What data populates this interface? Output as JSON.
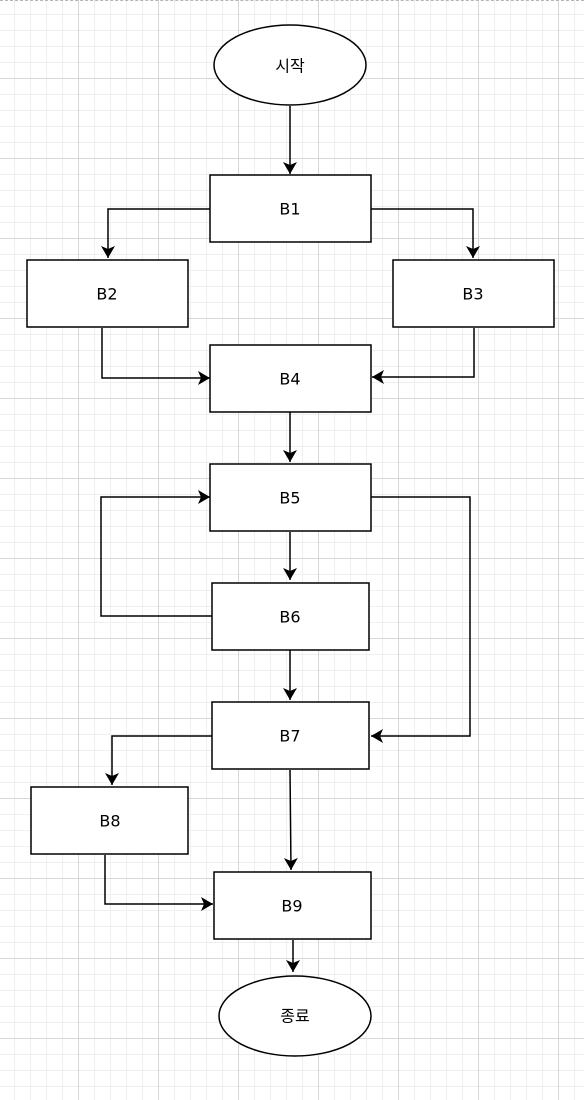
{
  "diagram": {
    "nodes": [
      {
        "id": "start",
        "label": "시작",
        "shape": "ellipse"
      },
      {
        "id": "b1",
        "label": "B1",
        "shape": "rect"
      },
      {
        "id": "b2",
        "label": "B2",
        "shape": "rect"
      },
      {
        "id": "b3",
        "label": "B3",
        "shape": "rect"
      },
      {
        "id": "b4",
        "label": "B4",
        "shape": "rect"
      },
      {
        "id": "b5",
        "label": "B5",
        "shape": "rect"
      },
      {
        "id": "b6",
        "label": "B6",
        "shape": "rect"
      },
      {
        "id": "b7",
        "label": "B7",
        "shape": "rect"
      },
      {
        "id": "b8",
        "label": "B8",
        "shape": "rect"
      },
      {
        "id": "b9",
        "label": "B9",
        "shape": "rect"
      },
      {
        "id": "end",
        "label": "종료",
        "shape": "ellipse"
      }
    ],
    "edges": [
      {
        "from": "start",
        "to": "b1"
      },
      {
        "from": "b1",
        "to": "b2"
      },
      {
        "from": "b1",
        "to": "b3"
      },
      {
        "from": "b2",
        "to": "b4"
      },
      {
        "from": "b3",
        "to": "b4"
      },
      {
        "from": "b4",
        "to": "b5"
      },
      {
        "from": "b5",
        "to": "b6"
      },
      {
        "from": "b6",
        "to": "b5"
      },
      {
        "from": "b5",
        "to": "b7"
      },
      {
        "from": "b6",
        "to": "b7"
      },
      {
        "from": "b7",
        "to": "b8"
      },
      {
        "from": "b7",
        "to": "b9"
      },
      {
        "from": "b8",
        "to": "b9"
      },
      {
        "from": "b9",
        "to": "end"
      }
    ]
  }
}
